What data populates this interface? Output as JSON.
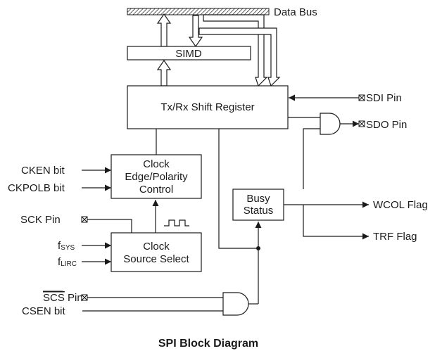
{
  "labels": {
    "data_bus": "Data Bus",
    "simd": "SIMD",
    "shift_register": "Tx/Rx Shift Register",
    "sdi_pin": "SDI Pin",
    "sdo_pin": "SDO Pin",
    "clock_edge_line1": "Clock",
    "clock_edge_line2": "Edge/Polarity",
    "clock_edge_line3": "Control",
    "cken_bit": "CKEN bit",
    "ckpolb_bit": "CKPOLB bit",
    "sck_pin": "SCK Pin",
    "fsys_main": "f",
    "fsys_sub": "SYS",
    "flirc_main": "f",
    "flirc_sub": "LIRC",
    "clock_src_line1": "Clock",
    "clock_src_line2": "Source Select",
    "busy_line1": "Busy",
    "busy_line2": "Status",
    "wcol_flag": "WCOL Flag",
    "trf_flag": "TRF Flag",
    "scs_main": "SCS",
    "scs_tail": " Pin",
    "csen_bit": "CSEN bit",
    "caption": "SPI Block Diagram"
  },
  "colors": {
    "line": "#1a1a1a",
    "background": "#ffffff"
  },
  "icons": {
    "pin_marker": "boxed-x-icon",
    "clock_waveform": "square-wave-icon"
  }
}
